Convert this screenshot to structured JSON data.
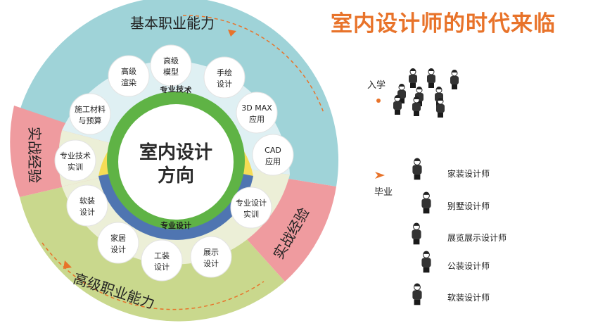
{
  "title": "室内设计师的时代来临",
  "wheel": {
    "center_line1": "室内设计",
    "center_line2": "方向",
    "band_top": "专业技术",
    "band_bottom": "专业设计",
    "outer_top": "基本职业能力",
    "outer_bottom": "高级职业能力",
    "side_left": "实战经验",
    "side_right": "实战经验",
    "top_items": [
      [
        "高级",
        "模型"
      ],
      [
        "手绘",
        "设计"
      ],
      [
        "3D MAX",
        "应用"
      ],
      [
        "CAD",
        "应用"
      ],
      [
        "专业技术",
        "实训"
      ],
      [
        "施工材料",
        "与预算"
      ],
      [
        "高级",
        "渲染"
      ]
    ],
    "bottom_items": [
      [
        "专业设计",
        "实训"
      ],
      [
        "展示",
        "设计"
      ],
      [
        "工装",
        "设计"
      ],
      [
        "家居",
        "设计"
      ],
      [
        "软装",
        "设计"
      ]
    ],
    "colors": {
      "outer_top": "#9fd3d8",
      "outer_bottom": "#c9d88d",
      "side": "#ef9b9f",
      "band_yellow": "#f5dc55",
      "band_blue": "#4f75b1",
      "green_ring": "#5fb345",
      "title": "#e8732a"
    }
  },
  "legend": {
    "enter": "入学",
    "graduate": "毕业",
    "roles": [
      "家装设计师",
      "别墅设计师",
      "展览展示设计师",
      "公装设计师",
      "软装设计师"
    ]
  }
}
